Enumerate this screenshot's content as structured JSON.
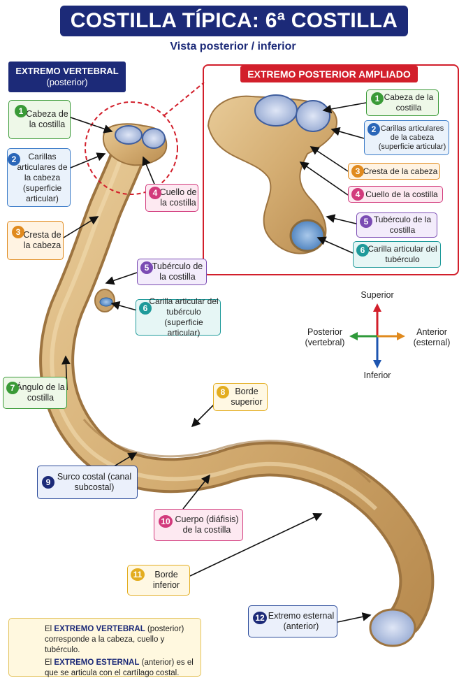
{
  "title": "COSTILLA TÍPICA: 6ª COSTILLA",
  "subtitle": "Vista posterior / inferior",
  "vertebral_box": {
    "line1": "EXTREMO VERTEBRAL",
    "line2": "(posterior)"
  },
  "zoom_header": "EXTREMO POSTERIOR AMPLIADO",
  "labels_main": [
    {
      "num": "1",
      "text": "Cabeza de la costilla"
    },
    {
      "num": "2",
      "text": "Carillas articulares de la cabeza (superficie articular)"
    },
    {
      "num": "3",
      "text": "Cresta de la cabeza"
    },
    {
      "num": "4",
      "text": "Cuello de la costilla"
    },
    {
      "num": "5",
      "text": "Tubérculo de la costilla"
    },
    {
      "num": "6",
      "text": "Carilla articular del tubérculo (superficie articular)"
    },
    {
      "num": "7",
      "text": "Ángulo de la costilla"
    },
    {
      "num": "8",
      "text": "Borde superior"
    },
    {
      "num": "9",
      "text": "Surco costal (canal subcostal)"
    },
    {
      "num": "10",
      "text": "Cuerpo (diáfisis) de la costilla"
    },
    {
      "num": "11",
      "text": "Borde inferior"
    },
    {
      "num": "12",
      "text": "Extremo esternal (anterior)"
    }
  ],
  "labels_zoom": [
    {
      "num": "1",
      "text": "Cabeza de la costilla"
    },
    {
      "num": "2",
      "text": "Carillas articulares de la cabeza (superficie articular)"
    },
    {
      "num": "3",
      "text": "Cresta de la cabeza"
    },
    {
      "num": "4",
      "text": "Cuello de la costilla"
    },
    {
      "num": "5",
      "text": "Tubérculo de la costilla"
    },
    {
      "num": "6",
      "text": "Carilla articular del tubérculo"
    }
  ],
  "directions": {
    "superior": "Superior",
    "inferior": "Inferior",
    "posterior": "Posterior (vertebral)",
    "anterior": "Anterior (esternal)"
  },
  "note": {
    "p1_pre": "El ",
    "p1_bold": "EXTREMO VERTEBRAL",
    "p1_post": " (posterior) corresponde a la cabeza, cuello y tubérculo.",
    "p2_pre": "El ",
    "p2_bold": "EXTREMO ESTERNAL",
    "p2_post": " (anterior) es el que se articula con el cartílago costal."
  },
  "colors": {
    "navy": "#1c2a78",
    "red": "#d21f2b",
    "bone": "#d9b785",
    "green": "#3a9a37",
    "blue": "#2a66b8",
    "orange": "#e08a1e",
    "pink": "#d23a7c",
    "purple": "#7a4bb3",
    "teal": "#1e9a9a",
    "yellow": "#e3ad1f"
  },
  "icons": [
    "lightbulb-icon",
    "arrow-up-icon",
    "arrow-down-icon",
    "arrow-left-icon",
    "arrow-right-icon"
  ]
}
